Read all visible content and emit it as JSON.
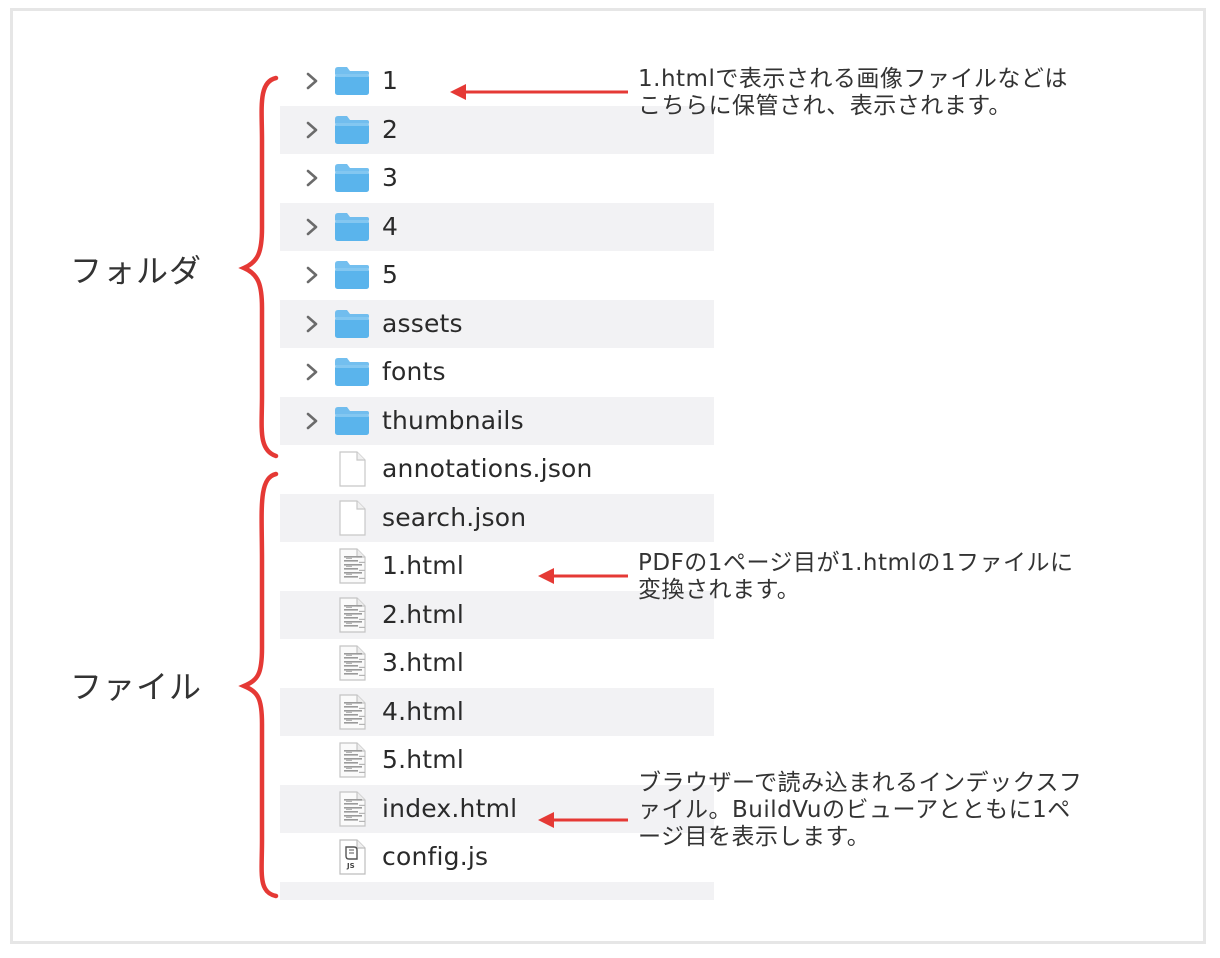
{
  "accent_red": "#e53935",
  "folder_color": "#5ab4ec",
  "groups": {
    "folders_label": "フォルダ",
    "files_label": "ファイル"
  },
  "items": [
    {
      "name": "1",
      "kind": "folder",
      "icon": "folder-icon"
    },
    {
      "name": "2",
      "kind": "folder",
      "icon": "folder-icon"
    },
    {
      "name": "3",
      "kind": "folder",
      "icon": "folder-icon"
    },
    {
      "name": "4",
      "kind": "folder",
      "icon": "folder-icon"
    },
    {
      "name": "5",
      "kind": "folder",
      "icon": "folder-icon"
    },
    {
      "name": "assets",
      "kind": "folder",
      "icon": "folder-icon"
    },
    {
      "name": "fonts",
      "kind": "folder",
      "icon": "folder-icon"
    },
    {
      "name": "thumbnails",
      "kind": "folder",
      "icon": "folder-icon"
    },
    {
      "name": "annotations.json",
      "kind": "file",
      "icon": "blank-document-icon"
    },
    {
      "name": "search.json",
      "kind": "file",
      "icon": "blank-document-icon"
    },
    {
      "name": "1.html",
      "kind": "file",
      "icon": "html-document-icon"
    },
    {
      "name": "2.html",
      "kind": "file",
      "icon": "html-document-icon"
    },
    {
      "name": "3.html",
      "kind": "file",
      "icon": "html-document-icon"
    },
    {
      "name": "4.html",
      "kind": "file",
      "icon": "html-document-icon"
    },
    {
      "name": "5.html",
      "kind": "file",
      "icon": "html-document-icon"
    },
    {
      "name": "index.html",
      "kind": "file",
      "icon": "html-document-icon"
    },
    {
      "name": "config.js",
      "kind": "file",
      "icon": "js-script-icon",
      "icon_text": "JS"
    }
  ],
  "notes": {
    "folder_note": [
      "1.htmlで表示される画像ファイルなどは",
      "こちらに保管され、表示されます。"
    ],
    "html_note": [
      "PDFの1ページ目が1.htmlの1ファイルに",
      "変換されます。"
    ],
    "index_note": [
      "ブラウザーで読み込まれるインデックスフ",
      "ァイル。BuildVuのビューアとともに1ペ",
      "ージ目を表示します。"
    ]
  }
}
